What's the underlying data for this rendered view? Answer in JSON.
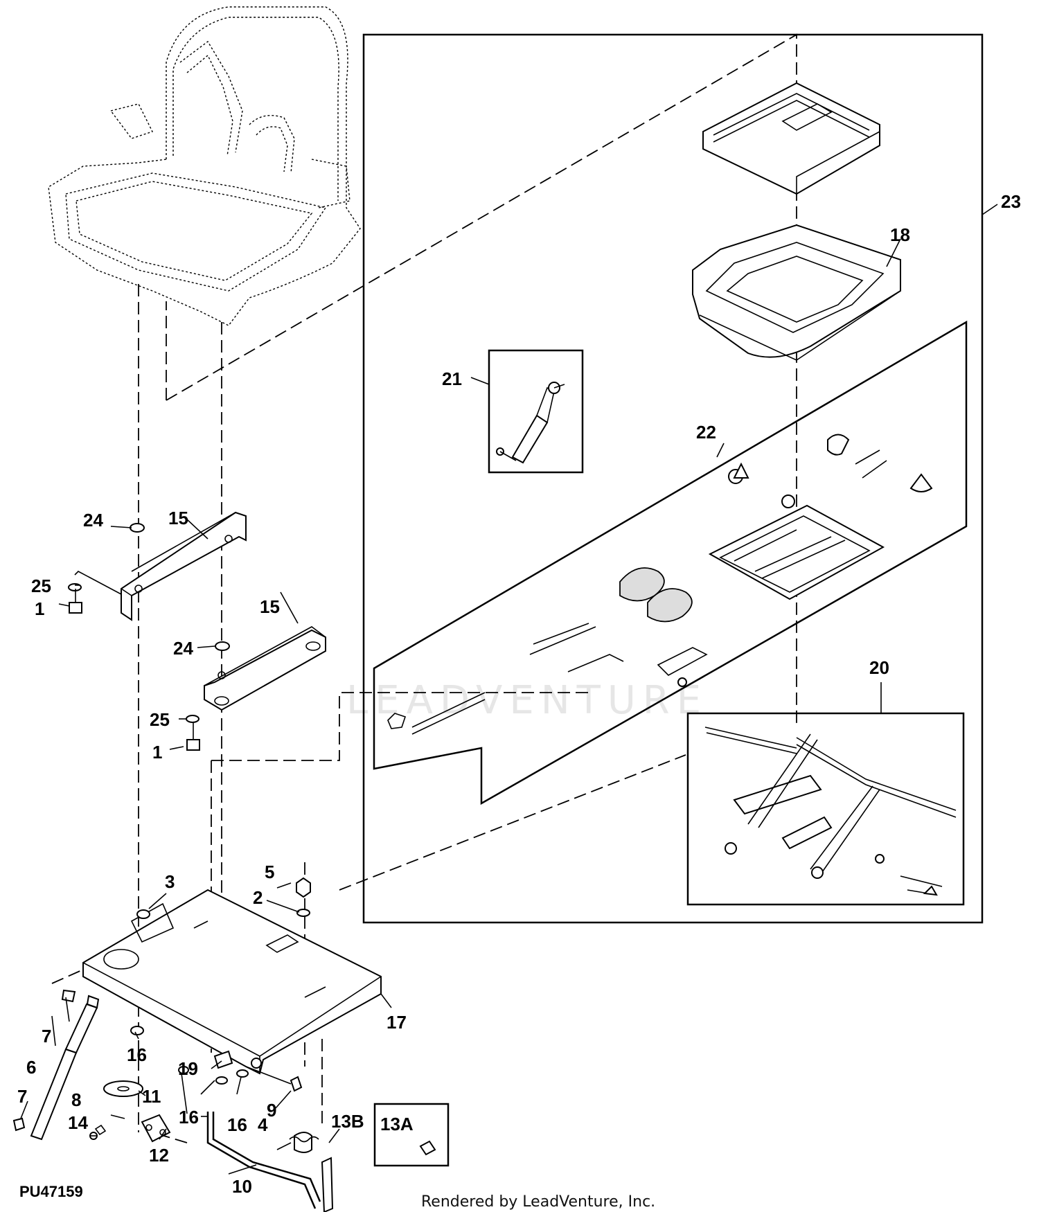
{
  "diagram_id": "PU47159",
  "footer": "Rendered by LeadVenture, Inc.",
  "watermark": "LEADVENTURE",
  "callouts": [
    "1",
    "1",
    "2",
    "3",
    "4",
    "5",
    "6",
    "7",
    "7",
    "8",
    "9",
    "10",
    "11",
    "12",
    "13A",
    "13B",
    "14",
    "15",
    "15",
    "16",
    "16",
    "16",
    "17",
    "18",
    "19",
    "20",
    "21",
    "22",
    "23",
    "24",
    "24",
    "25",
    "25"
  ]
}
